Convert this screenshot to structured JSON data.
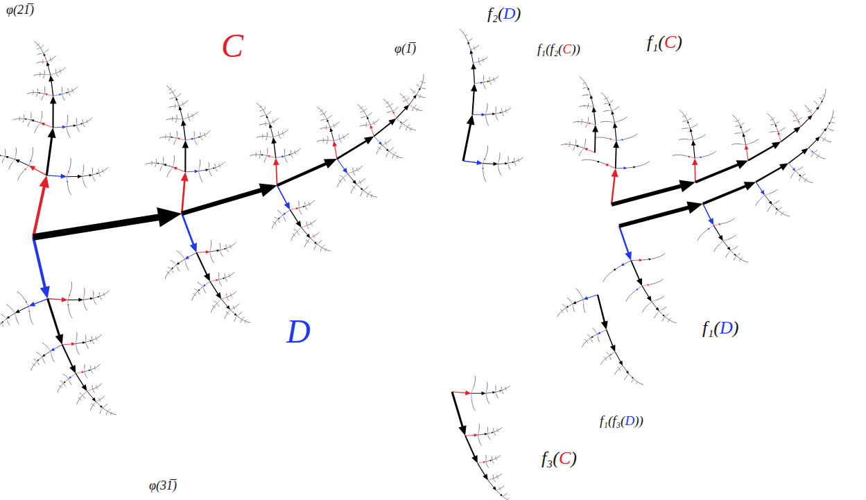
{
  "diagram": {
    "labels": [
      "φ(21̅)",
      "C",
      "φ(1̅)",
      "D",
      "φ(31̅)",
      "f₂(D)",
      "f₁(f₂(C))",
      "f₁(C)",
      "f₁(D)",
      "f₁(f₃(D))",
      "f₃(C)"
    ]
  }
}
